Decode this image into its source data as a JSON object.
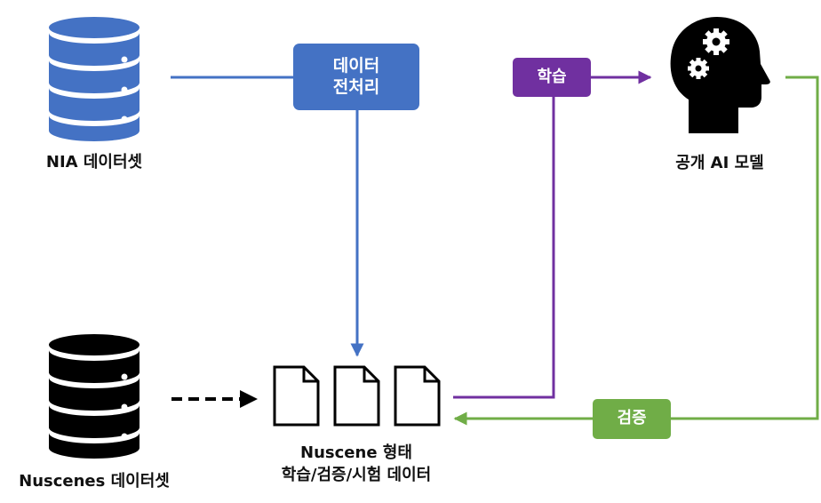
{
  "nodes": {
    "nia_dataset": {
      "label": "NIA 데이터셋"
    },
    "nuscenes_dataset": {
      "label": "Nuscenes 데이터셋"
    },
    "preprocess": {
      "line1": "데이터",
      "line2": "전처리"
    },
    "train_tag": {
      "label": "학습"
    },
    "valid_tag": {
      "label": "검증"
    },
    "ai_model": {
      "label": "공개 AI 모델"
    },
    "nuscene_data": {
      "line1": "Nuscene 형태",
      "line2": "학습/검증/시험 데이터"
    }
  },
  "colors": {
    "blue": "#4472c4",
    "purple": "#7030a0",
    "green": "#70ad47",
    "black": "#000000"
  }
}
